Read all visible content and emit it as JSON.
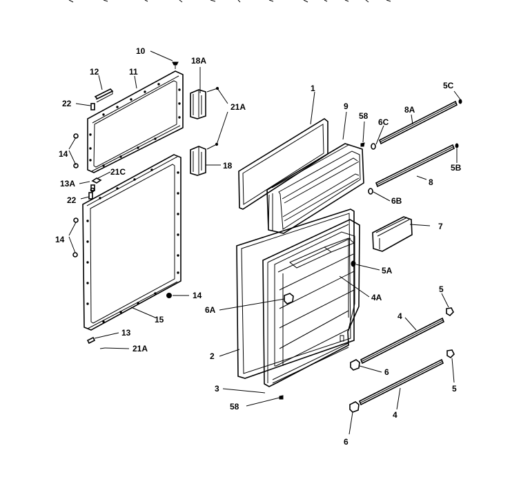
{
  "colors": {
    "ink": "#000000",
    "background": "#ffffff"
  },
  "labels": {
    "l10": "10",
    "l12": "12",
    "l11": "11",
    "l22a": "22",
    "l14a": "14",
    "l13a": "13A",
    "l21c": "21C",
    "l22b": "22",
    "l14b": "14",
    "l14c": "14",
    "l15": "15",
    "l13": "13",
    "l21a_low": "21A",
    "l18a": "18A",
    "l21a_hinge": "21A",
    "l18": "18",
    "l1": "1",
    "l9": "9",
    "l58a": "58",
    "l6c": "6C",
    "l8a": "8A",
    "l5c": "5C",
    "l5b": "5B",
    "l8": "8",
    "l6b": "6B",
    "l7": "7",
    "l5a": "5A",
    "l4a": "4A",
    "l6a": "6A",
    "l5_top": "5",
    "l4_top": "4",
    "l2": "2",
    "l6_mid": "6",
    "l5_low": "5",
    "l3": "3",
    "l58b": "58",
    "l4_low": "4",
    "l6_low": "6"
  }
}
